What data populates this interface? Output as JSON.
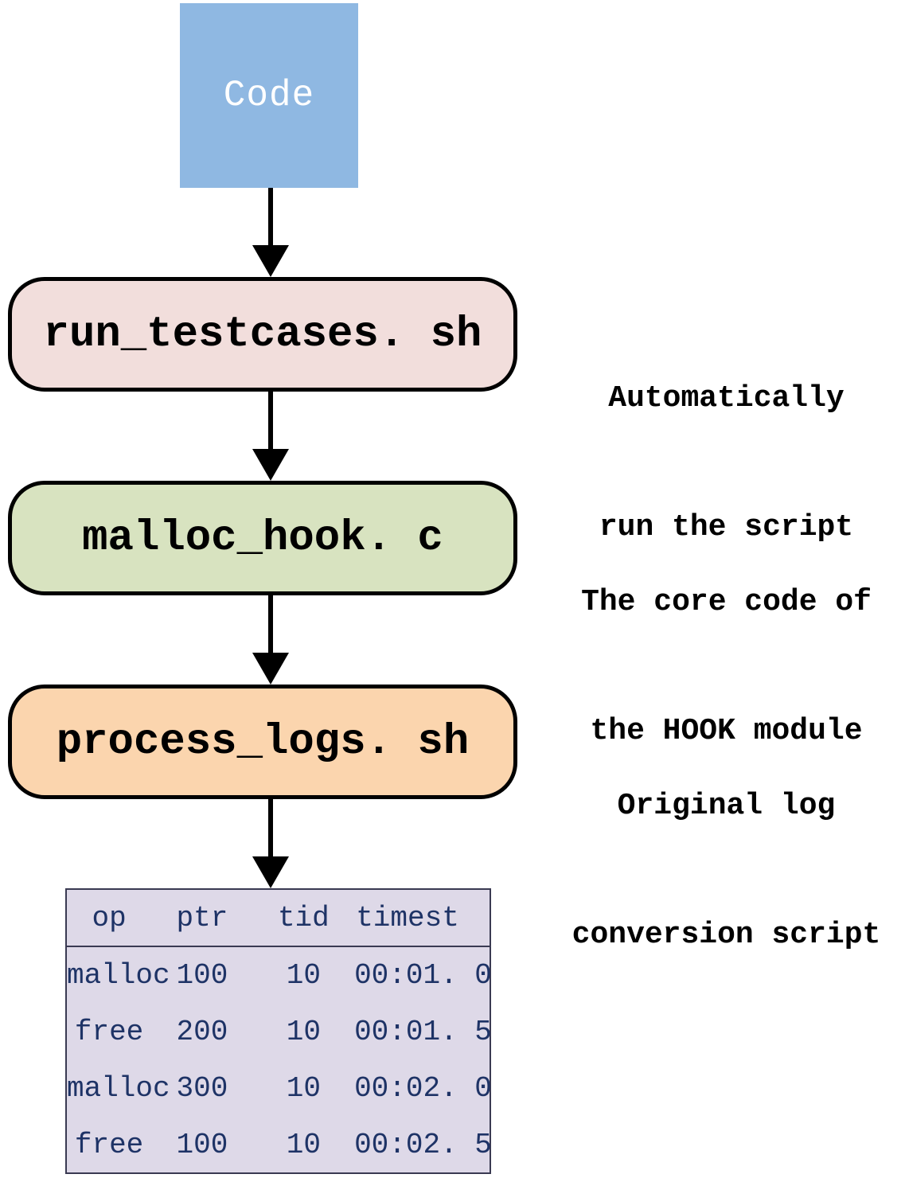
{
  "flowchart": {
    "code_box": {
      "label": "Code",
      "fill": "#8FB8E2",
      "text_color": "#FFFFFF"
    },
    "arrow_color": "#000000",
    "stages": [
      {
        "label": "run_testcases. sh",
        "fill": "#F2DEDC",
        "annotation_line1": "Automatically",
        "annotation_line2": "run the script"
      },
      {
        "label": "malloc_hook. c",
        "fill": "#D8E3C0",
        "annotation_line1": "The core code of",
        "annotation_line2": "the HOOK module"
      },
      {
        "label": "process_logs. sh",
        "fill": "#FBD5AE",
        "annotation_line1": "Original log",
        "annotation_line2": "conversion script"
      }
    ],
    "table": {
      "fill": "#DED9E8",
      "border_color": "#3A3A52",
      "text_color": "#1E3366",
      "headers": [
        "op",
        "ptr",
        "tid",
        "timest"
      ],
      "rows": [
        [
          "malloc",
          "100",
          "10",
          "00:01. 0"
        ],
        [
          "free",
          "200",
          "10",
          "00:01. 5"
        ],
        [
          "malloc",
          "300",
          "10",
          "00:02. 0"
        ],
        [
          "free",
          "100",
          "10",
          "00:02. 5"
        ]
      ]
    }
  }
}
